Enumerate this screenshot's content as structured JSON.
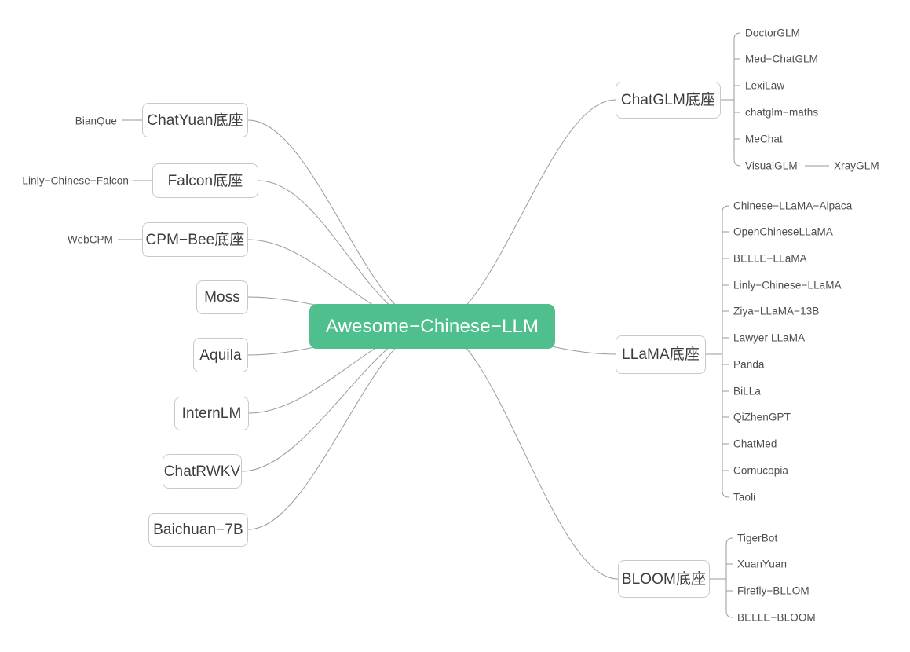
{
  "diagram": {
    "type": "mindmap",
    "title": "Awesome-Chinese-LLM",
    "root": {
      "label": "Awesome−Chinese−LLM",
      "color": "#4FC08D",
      "text_color": "#ffffff"
    },
    "node_style": {
      "border_color": "#c9c9c9",
      "fill": "#ffffff",
      "text_color": "#3d3d3d",
      "edge_color": "#9a9a9a"
    },
    "left_branches": [
      {
        "label": "ChatYuan底座",
        "children": [
          "BianQue"
        ]
      },
      {
        "label": "Falcon底座",
        "children": [
          "Linly−Chinese−Falcon"
        ]
      },
      {
        "label": "CPM−Bee底座",
        "children": [
          "WebCPM"
        ]
      },
      {
        "label": "Moss",
        "children": []
      },
      {
        "label": "Aquila",
        "children": []
      },
      {
        "label": "InternLM",
        "children": []
      },
      {
        "label": "ChatRWKV",
        "children": []
      },
      {
        "label": "Baichuan−7B",
        "children": []
      }
    ],
    "right_branches": [
      {
        "label": "ChatGLM底座",
        "children": [
          {
            "label": "DoctorGLM",
            "children": []
          },
          {
            "label": "Med−ChatGLM",
            "children": []
          },
          {
            "label": "LexiLaw",
            "children": []
          },
          {
            "label": "chatglm−maths",
            "children": []
          },
          {
            "label": "MeChat",
            "children": []
          },
          {
            "label": "VisualGLM",
            "children": [
              "XrayGLM"
            ]
          }
        ]
      },
      {
        "label": "LLaMA底座",
        "children": [
          {
            "label": "Chinese−LLaMA−Alpaca",
            "children": []
          },
          {
            "label": "OpenChineseLLaMA",
            "children": []
          },
          {
            "label": "BELLE−LLaMA",
            "children": []
          },
          {
            "label": "Linly−Chinese−LLaMA",
            "children": []
          },
          {
            "label": "Ziya−LLaMA−13B",
            "children": []
          },
          {
            "label": "Lawyer LLaMA",
            "children": []
          },
          {
            "label": "Panda",
            "children": []
          },
          {
            "label": "BiLLa",
            "children": []
          },
          {
            "label": "QiZhenGPT",
            "children": []
          },
          {
            "label": "ChatMed",
            "children": []
          },
          {
            "label": "Cornucopia",
            "children": []
          },
          {
            "label": "Taoli",
            "children": []
          }
        ]
      },
      {
        "label": "BLOOM底座",
        "children": [
          {
            "label": "TigerBot",
            "children": []
          },
          {
            "label": "XuanYuan",
            "children": []
          },
          {
            "label": "Firefly−BLLOM",
            "children": []
          },
          {
            "label": "BELLE−BLOOM",
            "children": []
          }
        ]
      }
    ]
  }
}
